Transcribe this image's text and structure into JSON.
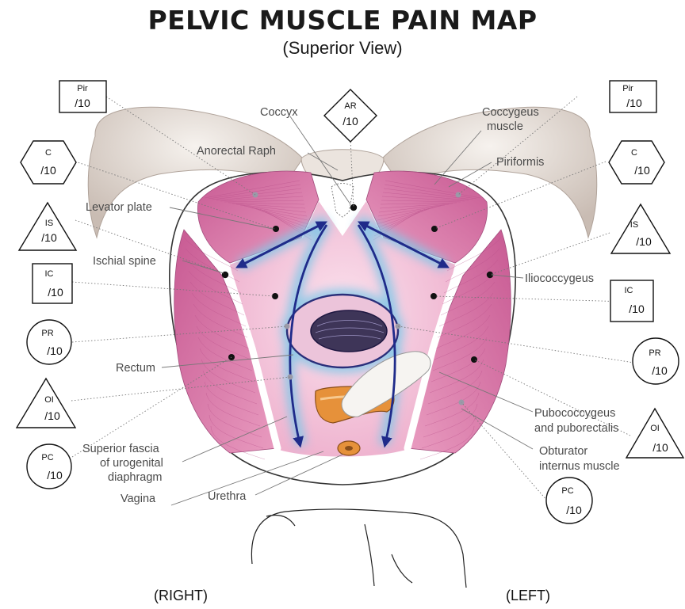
{
  "title": "PELVIC MUSCLE PAIN MAP",
  "subtitle": "(Superior View)",
  "anatomy_labels": {
    "coccyx": "Coccyx",
    "coccygeus": [
      "Coccygeus",
      "muscle"
    ],
    "anorectal_raph": "Anorectal Raph",
    "piriformis": "Piriformis",
    "levator_plate": "Levator plate",
    "ischial_spine": "Ischial spine",
    "iliococcygeus": "Iliococcygeus",
    "rectum": "Rectum",
    "pubococcygeus": [
      "Pubococcygeus",
      "and puborectalis"
    ],
    "obturator": [
      "Obturator",
      "internus muscle"
    ],
    "superior_fascia": [
      "Superior fascia",
      "of urogenital",
      "diaphragm"
    ],
    "vagina": "Vagina",
    "urethra": "Urethra"
  },
  "score_boxes": {
    "ar": {
      "code": "AR",
      "value": "/10",
      "shape": "diamond"
    },
    "right": [
      {
        "code": "Pir",
        "value": "/10",
        "shape": "rectangle"
      },
      {
        "code": "C",
        "value": "/10",
        "shape": "hexagon"
      },
      {
        "code": "IS",
        "value": "/10",
        "shape": "triangle"
      },
      {
        "code": "IC",
        "value": "/10",
        "shape": "square"
      },
      {
        "code": "PR",
        "value": "/10",
        "shape": "circle"
      },
      {
        "code": "OI",
        "value": "/10",
        "shape": "triangle"
      },
      {
        "code": "PC",
        "value": "/10",
        "shape": "circle"
      }
    ],
    "left": [
      {
        "code": "Pir",
        "value": "/10",
        "shape": "rectangle"
      },
      {
        "code": "C",
        "value": "/10",
        "shape": "hexagon"
      },
      {
        "code": "IS",
        "value": "/10",
        "shape": "triangle"
      },
      {
        "code": "IC",
        "value": "/10",
        "shape": "square"
      },
      {
        "code": "PR",
        "value": "/10",
        "shape": "circle"
      },
      {
        "code": "OI",
        "value": "/10",
        "shape": "triangle"
      },
      {
        "code": "PC",
        "value": "/10",
        "shape": "circle"
      }
    ]
  },
  "side_labels": {
    "right": "(RIGHT)",
    "left": "(LEFT)"
  },
  "colors": {
    "muscle": "#e18ab2",
    "muscle_dark": "#c7609a",
    "center": "#f4c8dc",
    "highlight": "#7fc8e8",
    "arrow": "#1f2b8a",
    "bone": "#dcd3cc",
    "orange": "#e6913a"
  }
}
